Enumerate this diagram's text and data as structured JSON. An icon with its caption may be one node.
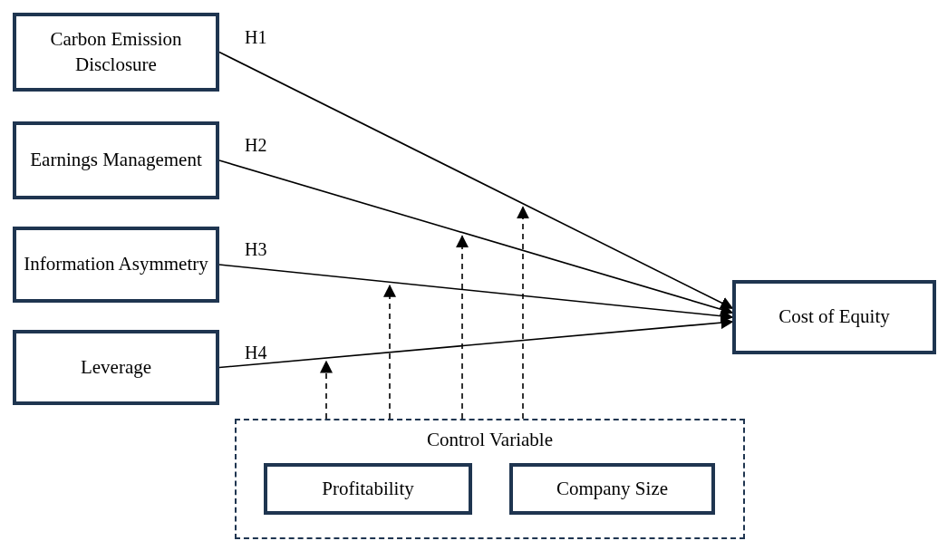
{
  "diagram": {
    "nodes": [
      {
        "text": [
          "Carbon Emission Disclosure"
        ]
      },
      {
        "text": [
          "Earnings Management"
        ]
      },
      {
        "text": [
          "Information Asymmetry"
        ]
      },
      {
        "text": [
          "Leverage"
        ]
      },
      {
        "text": [
          "Cost of Equity"
        ]
      },
      {
        "text": [
          "Control Variable"
        ]
      },
      {
        "text": [
          "Profitability"
        ],
        "in": 5
      },
      {
        "text": [
          "Company Size"
        ],
        "in": 5
      }
    ],
    "edges": [
      {
        "from": 0,
        "to": 4,
        "arrow": "to",
        "label": "H1"
      },
      {
        "from": 1,
        "to": 4,
        "arrow": "to",
        "label": "H2"
      },
      {
        "from": 2,
        "to": 4,
        "arrow": "to",
        "label": "H3"
      },
      {
        "from": 3,
        "to": 4,
        "arrow": "to",
        "label": "H4"
      },
      {
        "from": 5,
        "to": null,
        "arrow": "to",
        "style": "dashed"
      },
      {
        "from": 5,
        "to": null,
        "arrow": "to",
        "style": "dashed"
      },
      {
        "from": 5,
        "to": null,
        "arrow": "to",
        "style": "dashed"
      },
      {
        "from": 5,
        "to": null,
        "arrow": "to",
        "style": "dashed"
      }
    ]
  }
}
